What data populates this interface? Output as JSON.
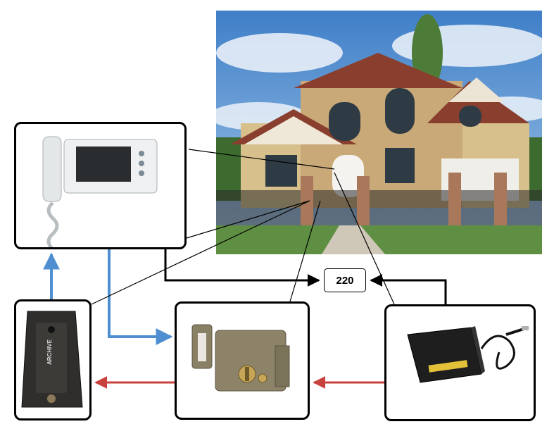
{
  "diagram": {
    "voltage_label": "220",
    "doorbell_panel_brand": "ARCHIVE",
    "nodes": [
      "monitor",
      "outdoor-panel",
      "electric-lock",
      "power-adapter",
      "house-photo"
    ],
    "colors": {
      "video_link": "#4f8fd1",
      "power_link": "#c9413d",
      "mains_link": "#000000",
      "border": "#000000"
    }
  }
}
